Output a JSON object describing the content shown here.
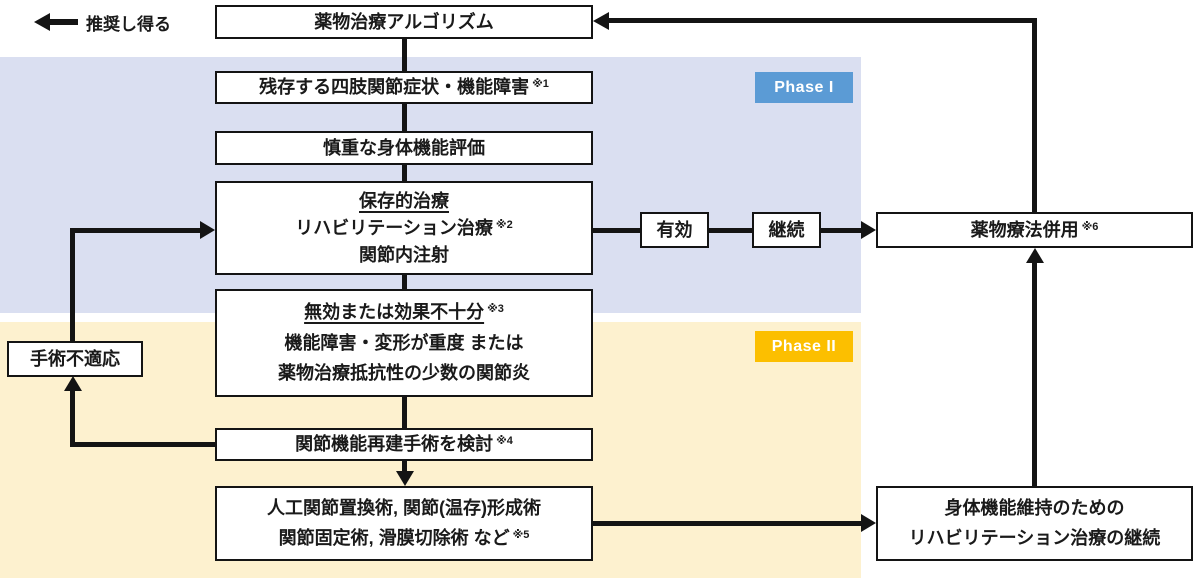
{
  "legend": {
    "label": "推奨し得る"
  },
  "phase1": {
    "label": "Phase I"
  },
  "phase2": {
    "label": "Phase II"
  },
  "nodes": {
    "algorithm": {
      "text": "薬物治療アルゴリズム"
    },
    "residual": {
      "text": "残存する四肢関節症状・機能障害",
      "note": "※1"
    },
    "evaluation": {
      "text": "慎重な身体機能評価"
    },
    "conservative": {
      "l1": "保存的治療",
      "l2": "リハビリテーション治療",
      "l2note": "※2",
      "l3": "関節内注射"
    },
    "ineffective": {
      "l1": "無効または効果不十分",
      "l1note": "※3",
      "l2": "機能障害・変形が重度 または",
      "l3": "薬物治療抵抗性の少数の関節炎"
    },
    "consider_surgery": {
      "text": "関節機能再建手術を検討",
      "note": "※4"
    },
    "surgery_options": {
      "l1": "人工関節置換術, 関節(温存)形成術",
      "l2": "関節固定術, 滑膜切除術 など",
      "l2note": "※5"
    },
    "surgery_not_indicated": {
      "text": "手術不適応"
    },
    "effective": {
      "text": "有効"
    },
    "continue": {
      "text": "継続"
    },
    "drug_combination": {
      "text": "薬物療法併用",
      "note": "※6"
    },
    "rehab_continuation": {
      "l1": "身体機能維持のための",
      "l2": "リハビリテーション治療の継続"
    }
  },
  "colors": {
    "phase1_region_bg": "#dadff1",
    "phase2_region_bg": "#fdf1cf",
    "phase1_badge_bg": "#5b9bd5",
    "phase2_badge_bg": "#fcbf00",
    "line": "#141414",
    "box_border": "#141414",
    "box_bg": "#ffffff",
    "text": "#1a1a1a"
  }
}
